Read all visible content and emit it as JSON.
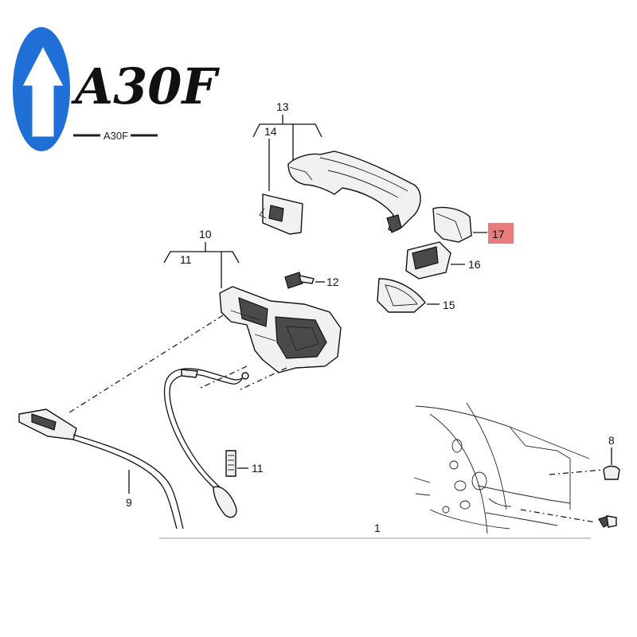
{
  "logo": {
    "main_text": "A30F",
    "sub_text": "A30F",
    "colors": {
      "blue": "#1f6fd6",
      "arrow": "#ffffff",
      "ink": "#111111"
    }
  },
  "callouts": {
    "c13": "13",
    "c14": "14",
    "c17": "17",
    "c16": "16",
    "c15": "15",
    "c10": "10",
    "c11a": "11",
    "c12": "12",
    "c11b": "11",
    "c9": "9",
    "c8": "8",
    "c1": "1"
  },
  "highlight": {
    "color": "#e87c7c",
    "label_ref": "c17"
  }
}
